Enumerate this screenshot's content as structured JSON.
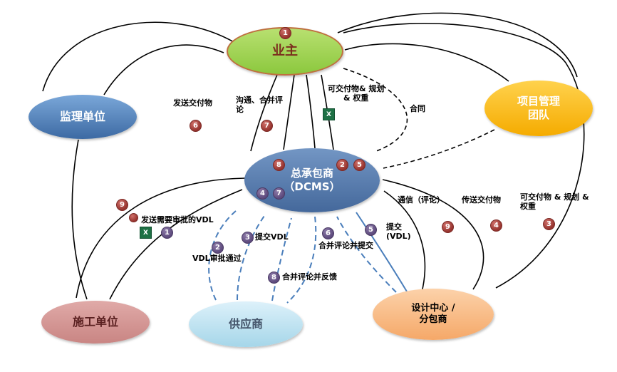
{
  "nodes": {
    "owner": {
      "label": "业主"
    },
    "supervision": {
      "label": "监理单位"
    },
    "pm_team": {
      "line1": "项目管理",
      "line2": "团队"
    },
    "contractor": {
      "line1": "总承包商",
      "line2": "（DCMS）"
    },
    "construction": {
      "label": "施工单位"
    },
    "supplier": {
      "label": "供应商"
    },
    "design_center": {
      "line1": "设计中心 /",
      "line2": "分包商"
    }
  },
  "labels": {
    "send_deliverables": "发送交付物",
    "communicate_merge_l1": "沟通、合并评",
    "communicate_merge_l2": "论",
    "deliverables_planning_top_l1": "可交付物& 规划",
    "deliverables_planning_top_l2": "& 权重",
    "contract": "合同",
    "communication_comments": "通信（评论）",
    "transfer_deliverables": "传送交付物",
    "deliverables_planning_right_l1": "可交付物 & 规划 &",
    "deliverables_planning_right_l2": "权重",
    "send_vdl_approval": "发送需要审批的VDL",
    "vdl_approved": "VDL审批通过",
    "submit_vdl": "提交VDL",
    "merge_comments_submit": "合并评论并提交",
    "submit_vdl_2_l1": "提交",
    "submit_vdl_2_l2": "(VDL)",
    "merge_comments_feedback": "合并评论并反馈"
  },
  "badges": {
    "owner_step": "1",
    "red_6": "6",
    "red_7": "7",
    "contractor_8": "8",
    "contractor_2": "2",
    "contractor_5": "5",
    "contractor_p4": "4",
    "contractor_p7": "7",
    "red_9_right": "9",
    "red_4_right": "4",
    "red_3_right": "3",
    "red_9_left": "9",
    "purple_1": "1",
    "purple_2": "2",
    "purple_3": "3",
    "purple_5": "5",
    "purple_6": "6",
    "purple_8": "8"
  },
  "icons": {
    "excel": "X"
  },
  "colors": {
    "owner_fill": "#92c83e",
    "owner_border": "#bf6f3f",
    "supervision_fill": "#4f81bd",
    "pm_team_fill": "#fdb913",
    "contractor_fill": "#4f74a2",
    "construction_fill": "#d49694",
    "supplier_fill": "#bfe3f0",
    "design_center_fill": "#f9b277",
    "red_badge": "#96332e",
    "purple_badge": "#5d4a7d",
    "arrow_black": "#000000",
    "arrow_blue": "#4a7ebb",
    "excel_green": "#1e7145"
  }
}
